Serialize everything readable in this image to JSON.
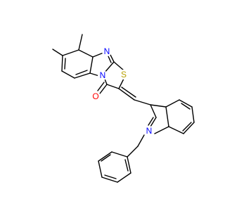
{
  "atoms": {
    "n_imine": {
      "symbol": "N",
      "color": "#0000ff"
    },
    "s_ring": {
      "symbol": "S",
      "color": "#b8a000"
    },
    "n_bridge": {
      "symbol": "N",
      "color": "#0000ff"
    },
    "o_keto": {
      "symbol": "O",
      "color": "#ff0000"
    },
    "n_indole": {
      "symbol": "N",
      "color": "#0000ff"
    }
  }
}
